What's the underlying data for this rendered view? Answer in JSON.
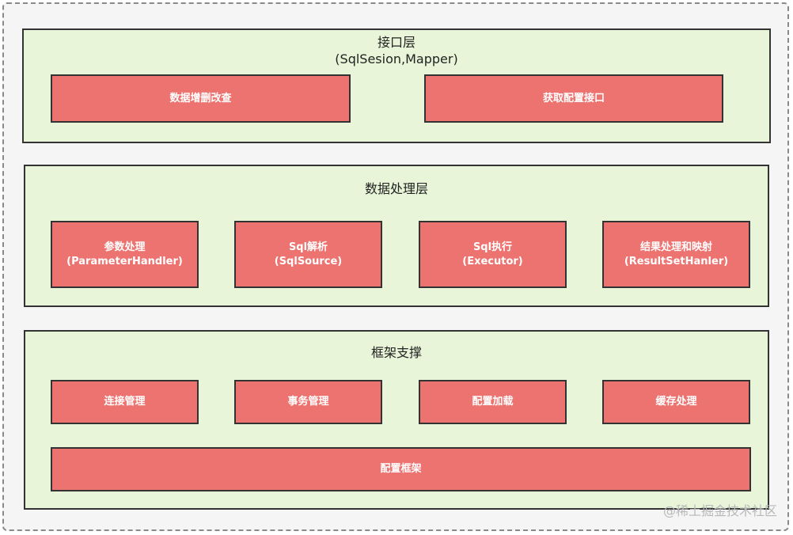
{
  "layers": {
    "interface": {
      "title": "接口层",
      "subtitle": "(SqlSesion,Mapper)",
      "boxes": [
        "数据增删改查",
        "获取配置接口"
      ]
    },
    "processing": {
      "title": "数据处理层",
      "boxes": [
        {
          "line1": "参数处理",
          "line2": "(ParameterHandler)"
        },
        {
          "line1": "Sql解析",
          "line2": "(SqlSource)"
        },
        {
          "line1": "Sql执行",
          "line2": "(Executor)"
        },
        {
          "line1": "结果处理和映射",
          "line2": "(ResultSetHanler)"
        }
      ]
    },
    "framework": {
      "title": "框架支撑",
      "boxes": [
        "连接管理",
        "事务管理",
        "配置加载",
        "缓存处理"
      ],
      "bottom_box": "配置框架"
    }
  },
  "watermark": "@稀土掘金技术社区",
  "colors": {
    "layer_fill": "#e8f5d8",
    "box_fill": "#ec7370",
    "border": "#333333"
  }
}
